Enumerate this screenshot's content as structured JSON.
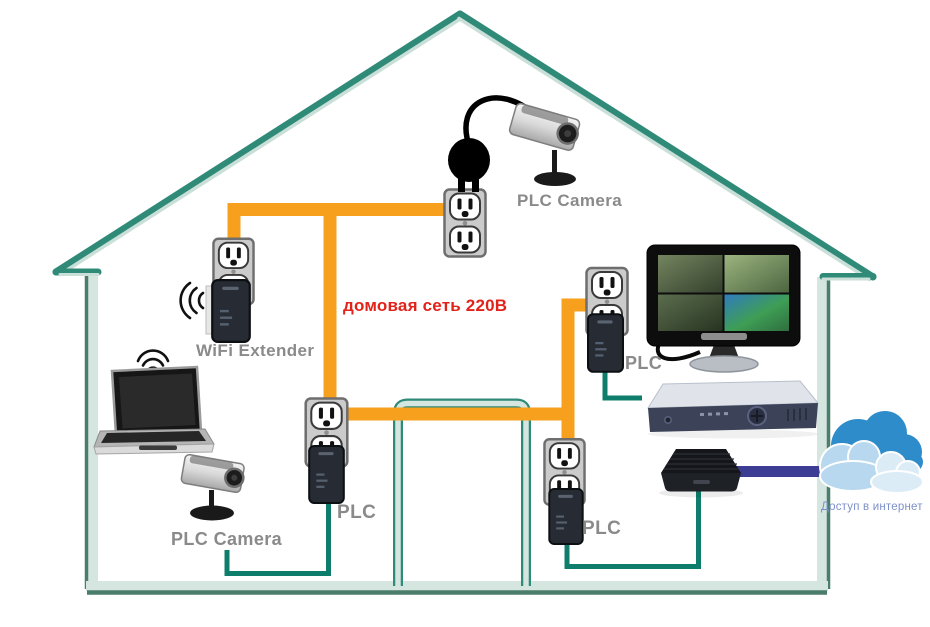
{
  "diagram_title": "Home PLC (powerline) network diagram",
  "labels": {
    "plc_camera_top": "PLC Camera",
    "wifi_extender": "WiFi Extender",
    "plc_camera_bottom": "PLC Camera",
    "plc_mid": "PLC",
    "plc_top_right": "PLC",
    "plc_bottom_right": "PLC",
    "power_network": "домовая сеть 220В",
    "internet_access": "Доступ в интернет"
  },
  "colors": {
    "power_line": "#F6A01D",
    "data_line": "#0F7D6C",
    "internet_line": "#3D3D94",
    "house_dark": "#2F8A78",
    "house_light": "#C9DFD8",
    "wall_light": "#D4E6DF",
    "wall_dark": "#4A7D6C",
    "label_gray": "#8A8A8A",
    "alert_red": "#E2231A",
    "internet_text": "#7D90CA",
    "cloud_back": "#2F8CCB",
    "cloud_mid": "#B7D8EE",
    "cloud_front": "#DCECF7",
    "outlet_plate": "#CBCBCB",
    "adapter_body": "#272C34"
  },
  "icons": [
    "house-outline",
    "doorway",
    "power-outlet",
    "plc-adapter",
    "plc-camera",
    "power-plug",
    "wifi-signal",
    "laptop",
    "cctv-monitor",
    "dvr-recorder",
    "router",
    "internet-cloud",
    "power-line",
    "ethernet-line",
    "internet-link"
  ]
}
